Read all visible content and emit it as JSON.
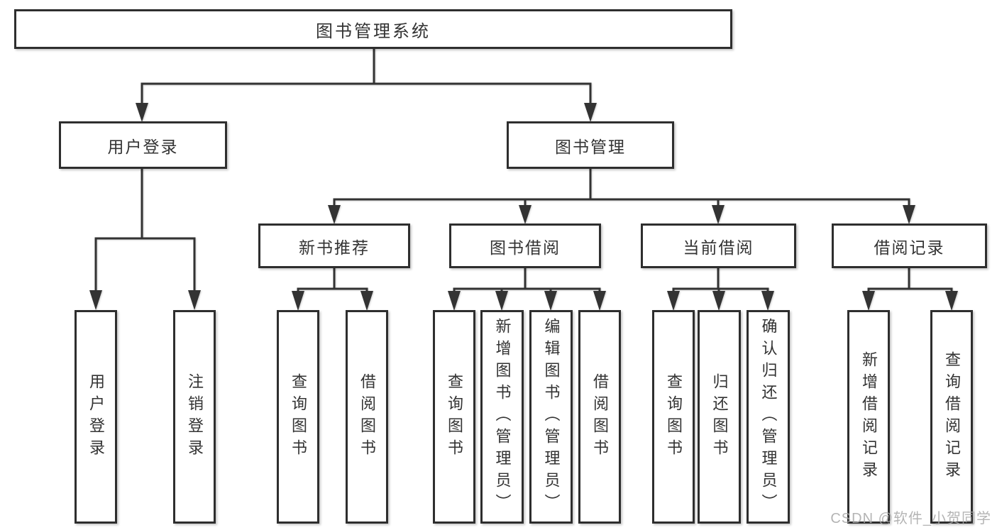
{
  "diagram_type": "hierarchy-tree",
  "colors": {
    "line": "#333333",
    "box_border": "#2e2e2e",
    "box_fill": "#ffffff",
    "text": "#333333",
    "watermark": "#a8a8a8",
    "background": "#ffffff"
  },
  "tree": {
    "label": "图书管理系统",
    "children": [
      {
        "label": "用户登录",
        "children": [
          {
            "label": "用户登录"
          },
          {
            "label": "注销登录"
          }
        ]
      },
      {
        "label": "图书管理",
        "children": [
          {
            "label": "新书推荐",
            "children": [
              {
                "label": "查询图书"
              },
              {
                "label": "借阅图书"
              }
            ]
          },
          {
            "label": "图书借阅",
            "children": [
              {
                "label": "查询图书"
              },
              {
                "label": "新增图书（管理员）"
              },
              {
                "label": "编辑图书（管理员）"
              },
              {
                "label": "借阅图书"
              }
            ]
          },
          {
            "label": "当前借阅",
            "children": [
              {
                "label": "查询图书"
              },
              {
                "label": "归还图书"
              },
              {
                "label": "确认归还（管理员）"
              }
            ]
          },
          {
            "label": "借阅记录",
            "children": [
              {
                "label": "新增借阅记录"
              },
              {
                "label": "查询借阅记录"
              }
            ]
          }
        ]
      }
    ]
  },
  "watermark": {
    "text": "CSDN @软件_小贺同学"
  }
}
